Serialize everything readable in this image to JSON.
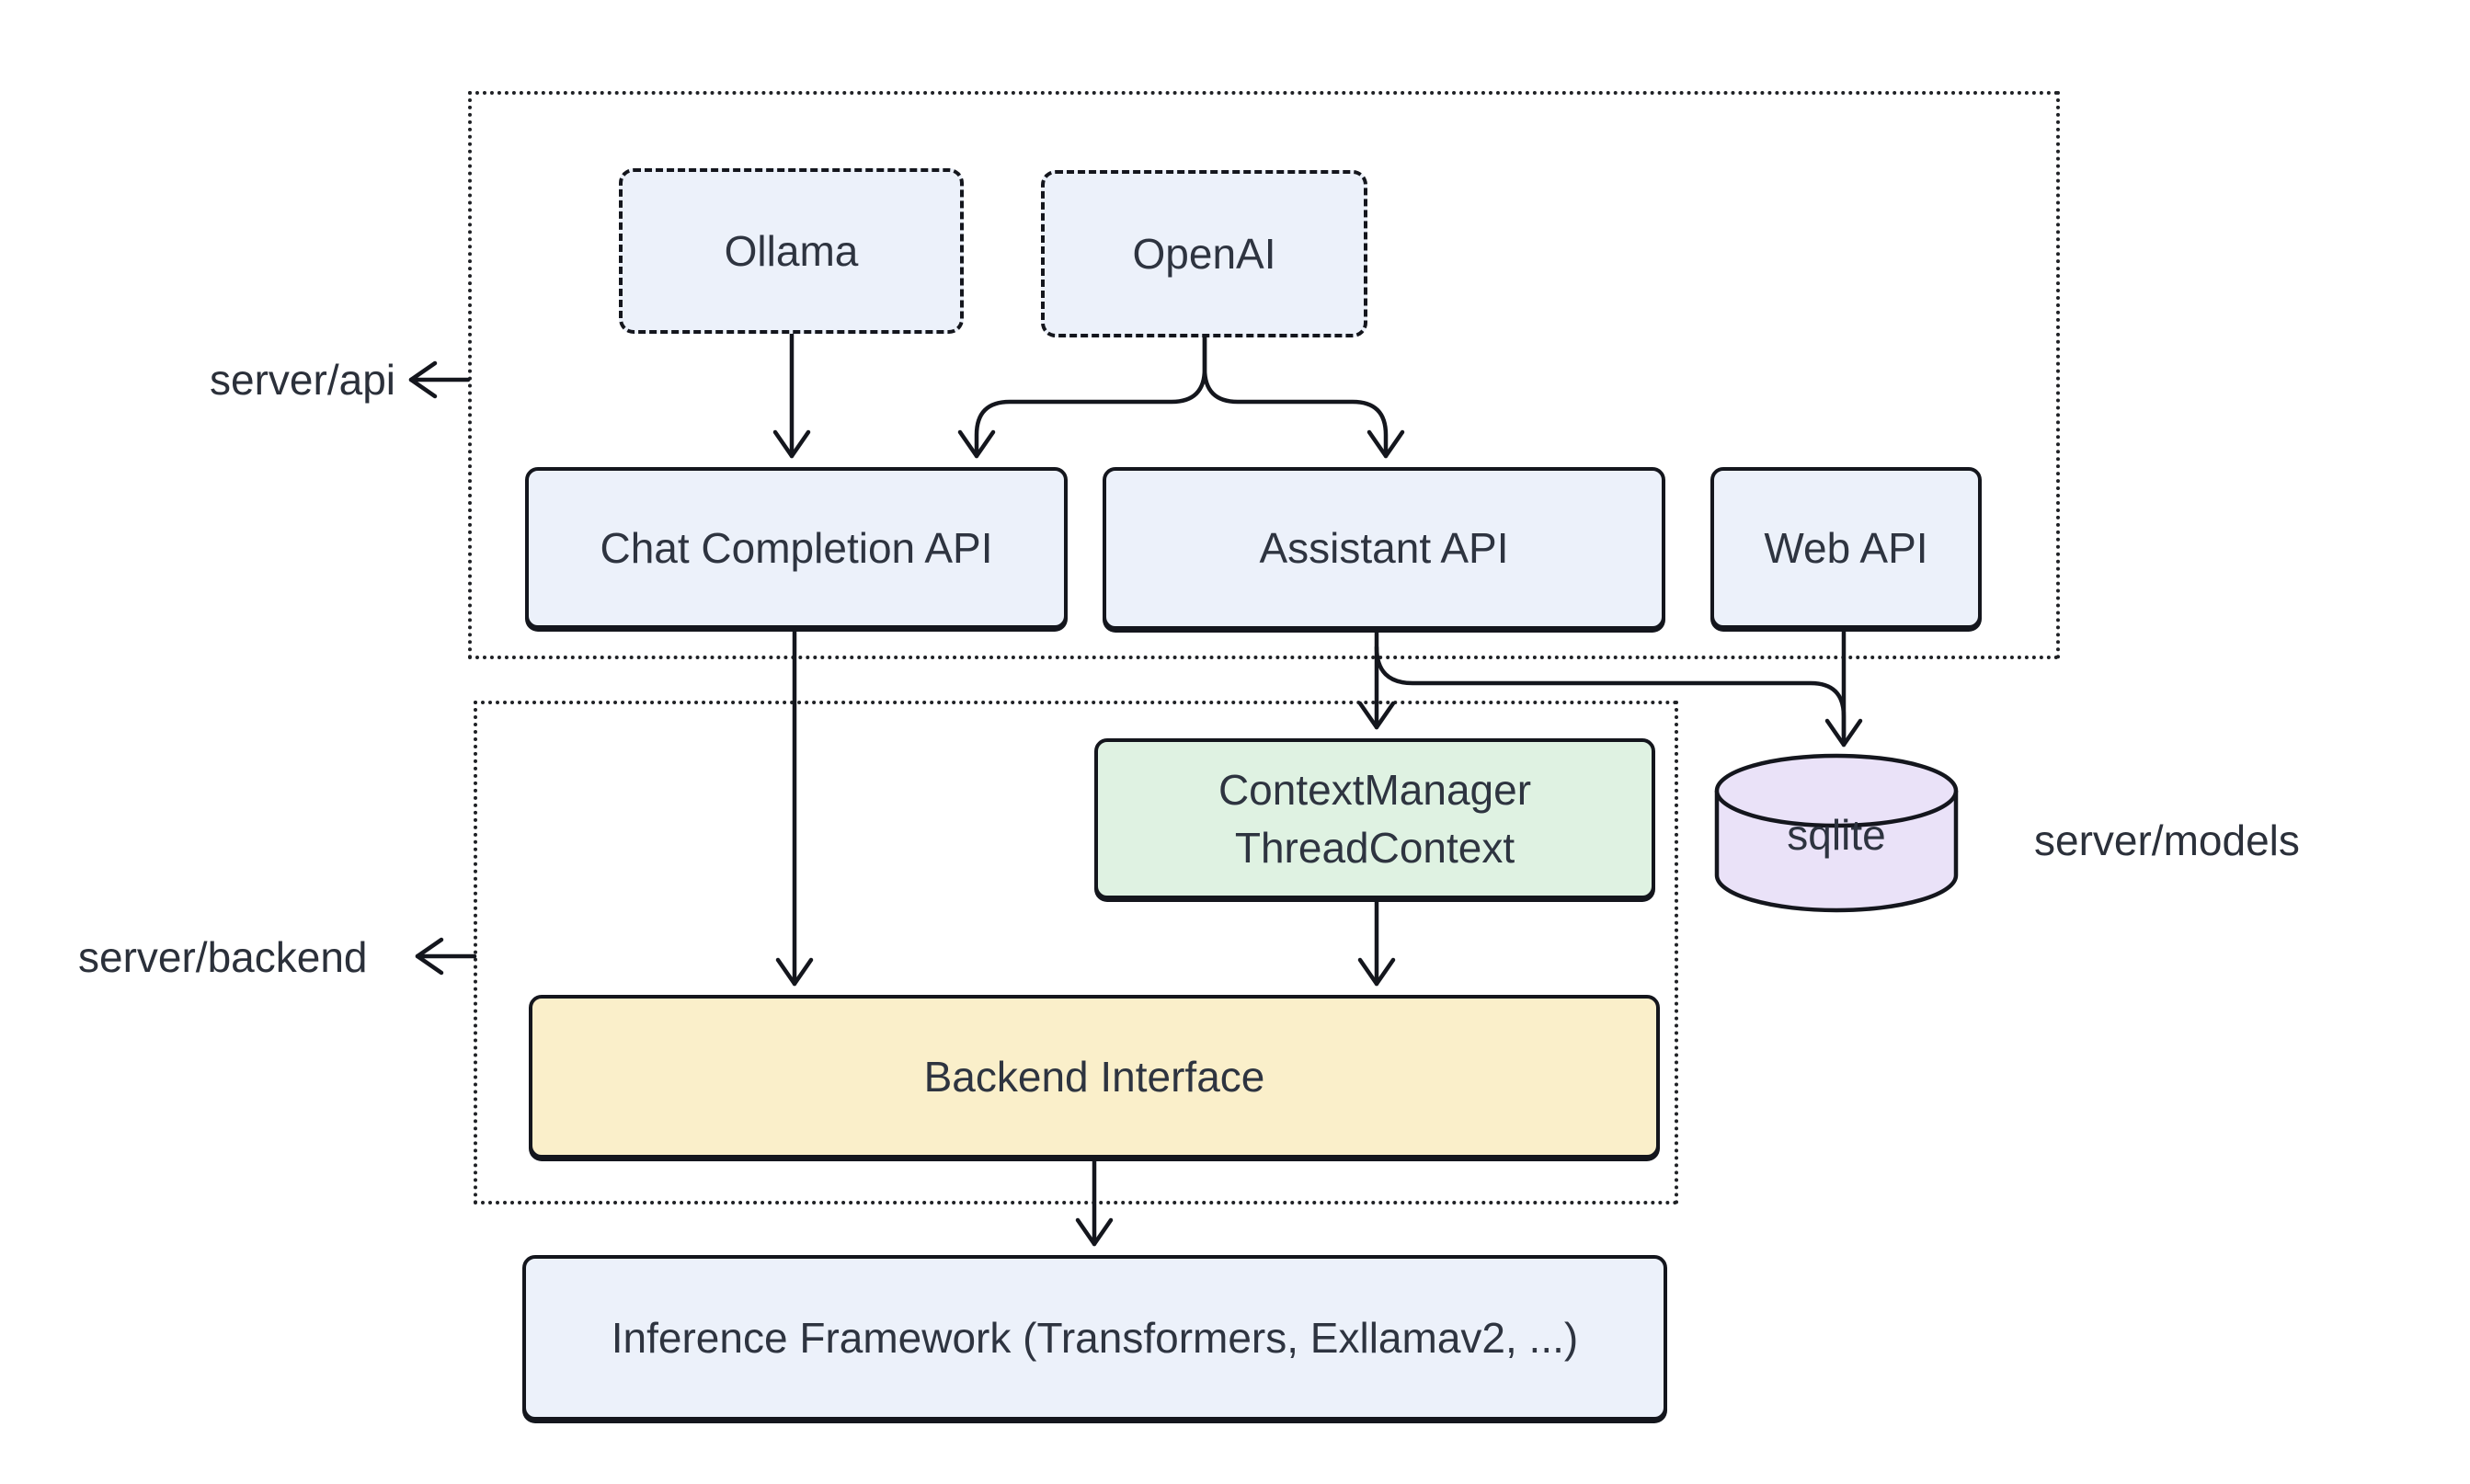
{
  "diagram": {
    "type": "architecture-flowchart",
    "groups": {
      "api": {
        "label": "server/api"
      },
      "backend": {
        "label": "server/backend"
      },
      "models": {
        "label": "server/models"
      }
    },
    "nodes": {
      "ollama": {
        "label": "Ollama",
        "style": "dashed-blue"
      },
      "openai": {
        "label": "OpenAI",
        "style": "dashed-blue"
      },
      "chat_completion_api": {
        "label": "Chat Completion API",
        "style": "solid-blue"
      },
      "assistant_api": {
        "label": "Assistant API",
        "style": "solid-blue"
      },
      "web_api": {
        "label": "Web API",
        "style": "solid-blue"
      },
      "context_manager": {
        "line1": "ContextManager",
        "line2": "ThreadContext",
        "style": "solid-green"
      },
      "sqlite": {
        "label": "sqlite",
        "style": "cylinder-purple"
      },
      "backend_interface": {
        "label": "Backend Interface",
        "style": "solid-yellow"
      },
      "inference_framework": {
        "label": "Inference Framework (Transformers, Exllamav2, ...)",
        "style": "solid-blue"
      }
    },
    "edges": [
      {
        "from": "Ollama",
        "to": "Chat Completion API"
      },
      {
        "from": "OpenAI",
        "to": "Chat Completion API"
      },
      {
        "from": "OpenAI",
        "to": "Assistant API"
      },
      {
        "from": "Chat Completion API",
        "to": "Backend Interface"
      },
      {
        "from": "Assistant API",
        "to": "ContextManager ThreadContext"
      },
      {
        "from": "Assistant API",
        "to": "sqlite"
      },
      {
        "from": "Web API",
        "to": "sqlite"
      },
      {
        "from": "ContextManager ThreadContext",
        "to": "Backend Interface"
      },
      {
        "from": "Backend Interface",
        "to": "Inference Framework (Transformers, Exllamav2, ...)"
      }
    ],
    "colors": {
      "background": "#ffffff",
      "node_border": "#14161d",
      "edge_line": "#14161d",
      "text": "#2e3440",
      "blue_fill": "#ecf1fa",
      "green_fill": "#dff2e2",
      "yellow_fill": "#faefca",
      "purple_fill": "#eae2f8",
      "group_border": "#1f2125"
    }
  }
}
